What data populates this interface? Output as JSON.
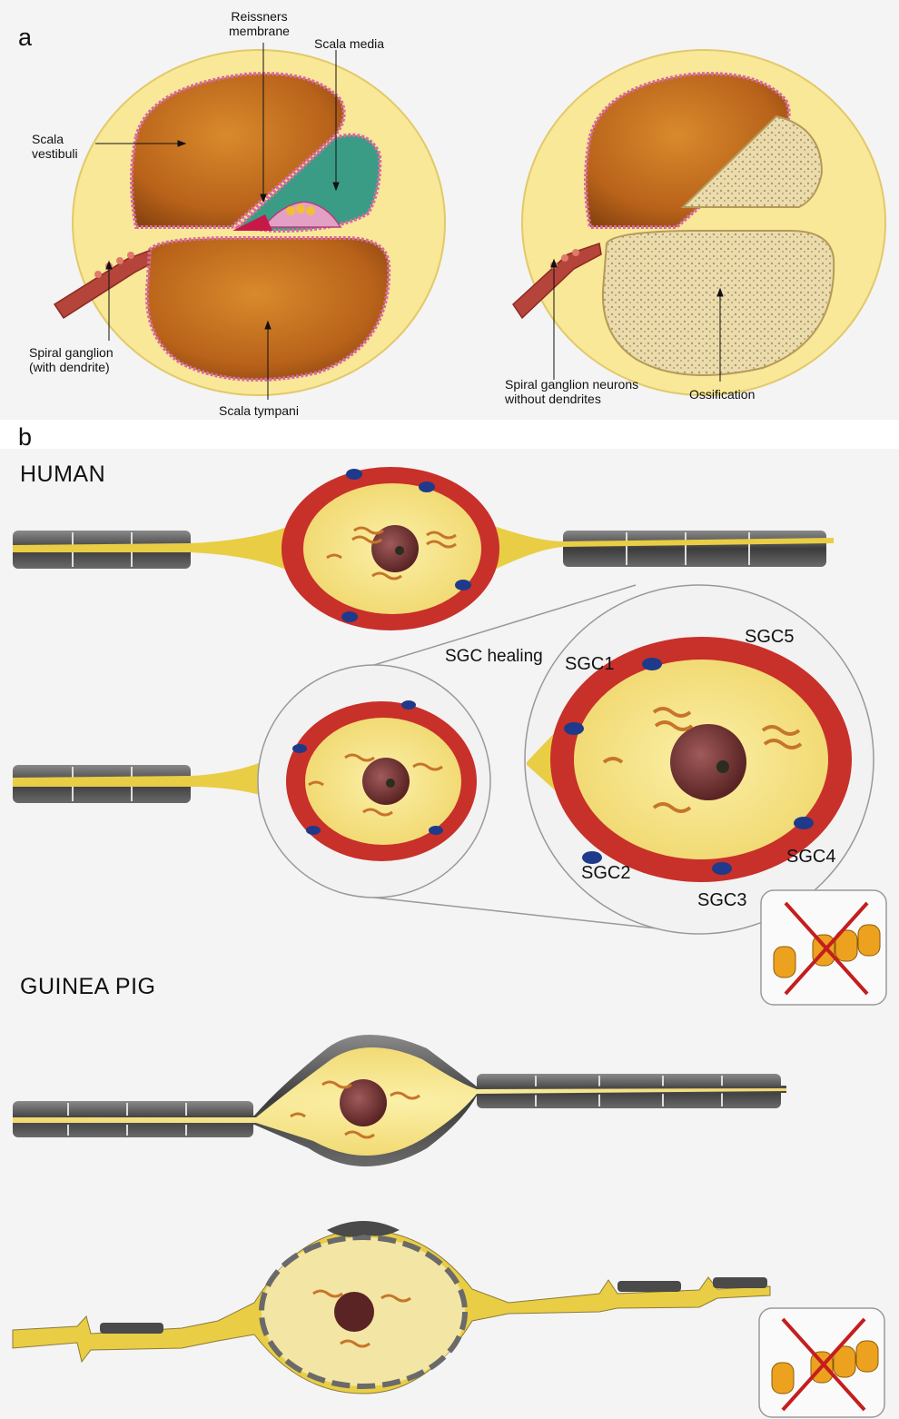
{
  "panel_a": {
    "letter": "a",
    "labels": {
      "reissners_membrane": "Reissners\nmembrane",
      "scala_media": "Scala media",
      "scala_vestibuli": "Scala\nvestibuli",
      "spiral_ganglion_with_dendrite": "Spiral ganglion\n(with dendrite)",
      "scala_tympani": "Scala tympani",
      "spiral_ganglion_without_dendrites": "Spiral ganglion neurons\nwithout dendrites",
      "ossification": "Ossification"
    }
  },
  "panel_b": {
    "letter": "b",
    "human_label": "HUMAN",
    "guinea_pig_label": "GUINEA PIG",
    "sgc_healing": "SGC healing",
    "sgc_labels": [
      "SGC1",
      "SGC2",
      "SGC3",
      "SGC4",
      "SGC5"
    ]
  },
  "colors": {
    "bone_yellow": "#f7e48a",
    "scala_orange": "#c9731a",
    "scala_media_green": "#3a9c84",
    "membrane_pink": "#d86aa0",
    "satellite_red": "#c8302a",
    "nucleus_brown": "#7a3a3a",
    "myelin_gray": "#5a5a5a",
    "axon_yellow": "#e9cd45",
    "cross_red": "#c41e1e"
  }
}
